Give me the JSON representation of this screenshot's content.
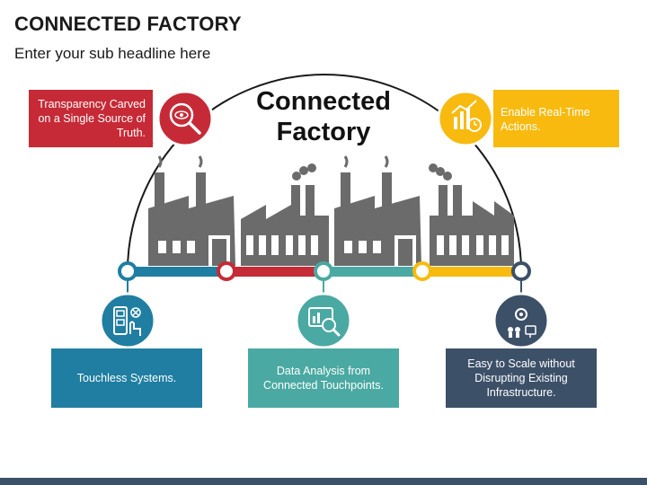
{
  "header": {
    "title": "CONNECTED FACTORY",
    "subtitle": "Enter your sub headline here"
  },
  "diagram": {
    "center_title_line1": "Connected",
    "center_title_line2": "Factory",
    "top_left_box": "Transparency Carved on a Single Source of Truth.",
    "top_right_box": "Enable Real-Time Actions.",
    "bottom_left_box": "Touchless Systems.",
    "bottom_center_box": "Data Analysis from Connected Touchpoints.",
    "bottom_right_box": "Easy to Scale without Disrupting Existing Infrastructure."
  },
  "colors": {
    "red": "#c62a36",
    "yellow": "#f8ba0f",
    "blue": "#1f7ea1",
    "teal": "#4aa9a2",
    "navy": "#3c5068",
    "factory_gray": "#6b6b6b"
  },
  "icons": {
    "top_left": "magnifier-eye-icon",
    "top_right": "analytics-chart-icon",
    "bottom_left": "touch-panel-icon",
    "bottom_center": "data-search-icon",
    "bottom_right": "scale-network-icon"
  }
}
